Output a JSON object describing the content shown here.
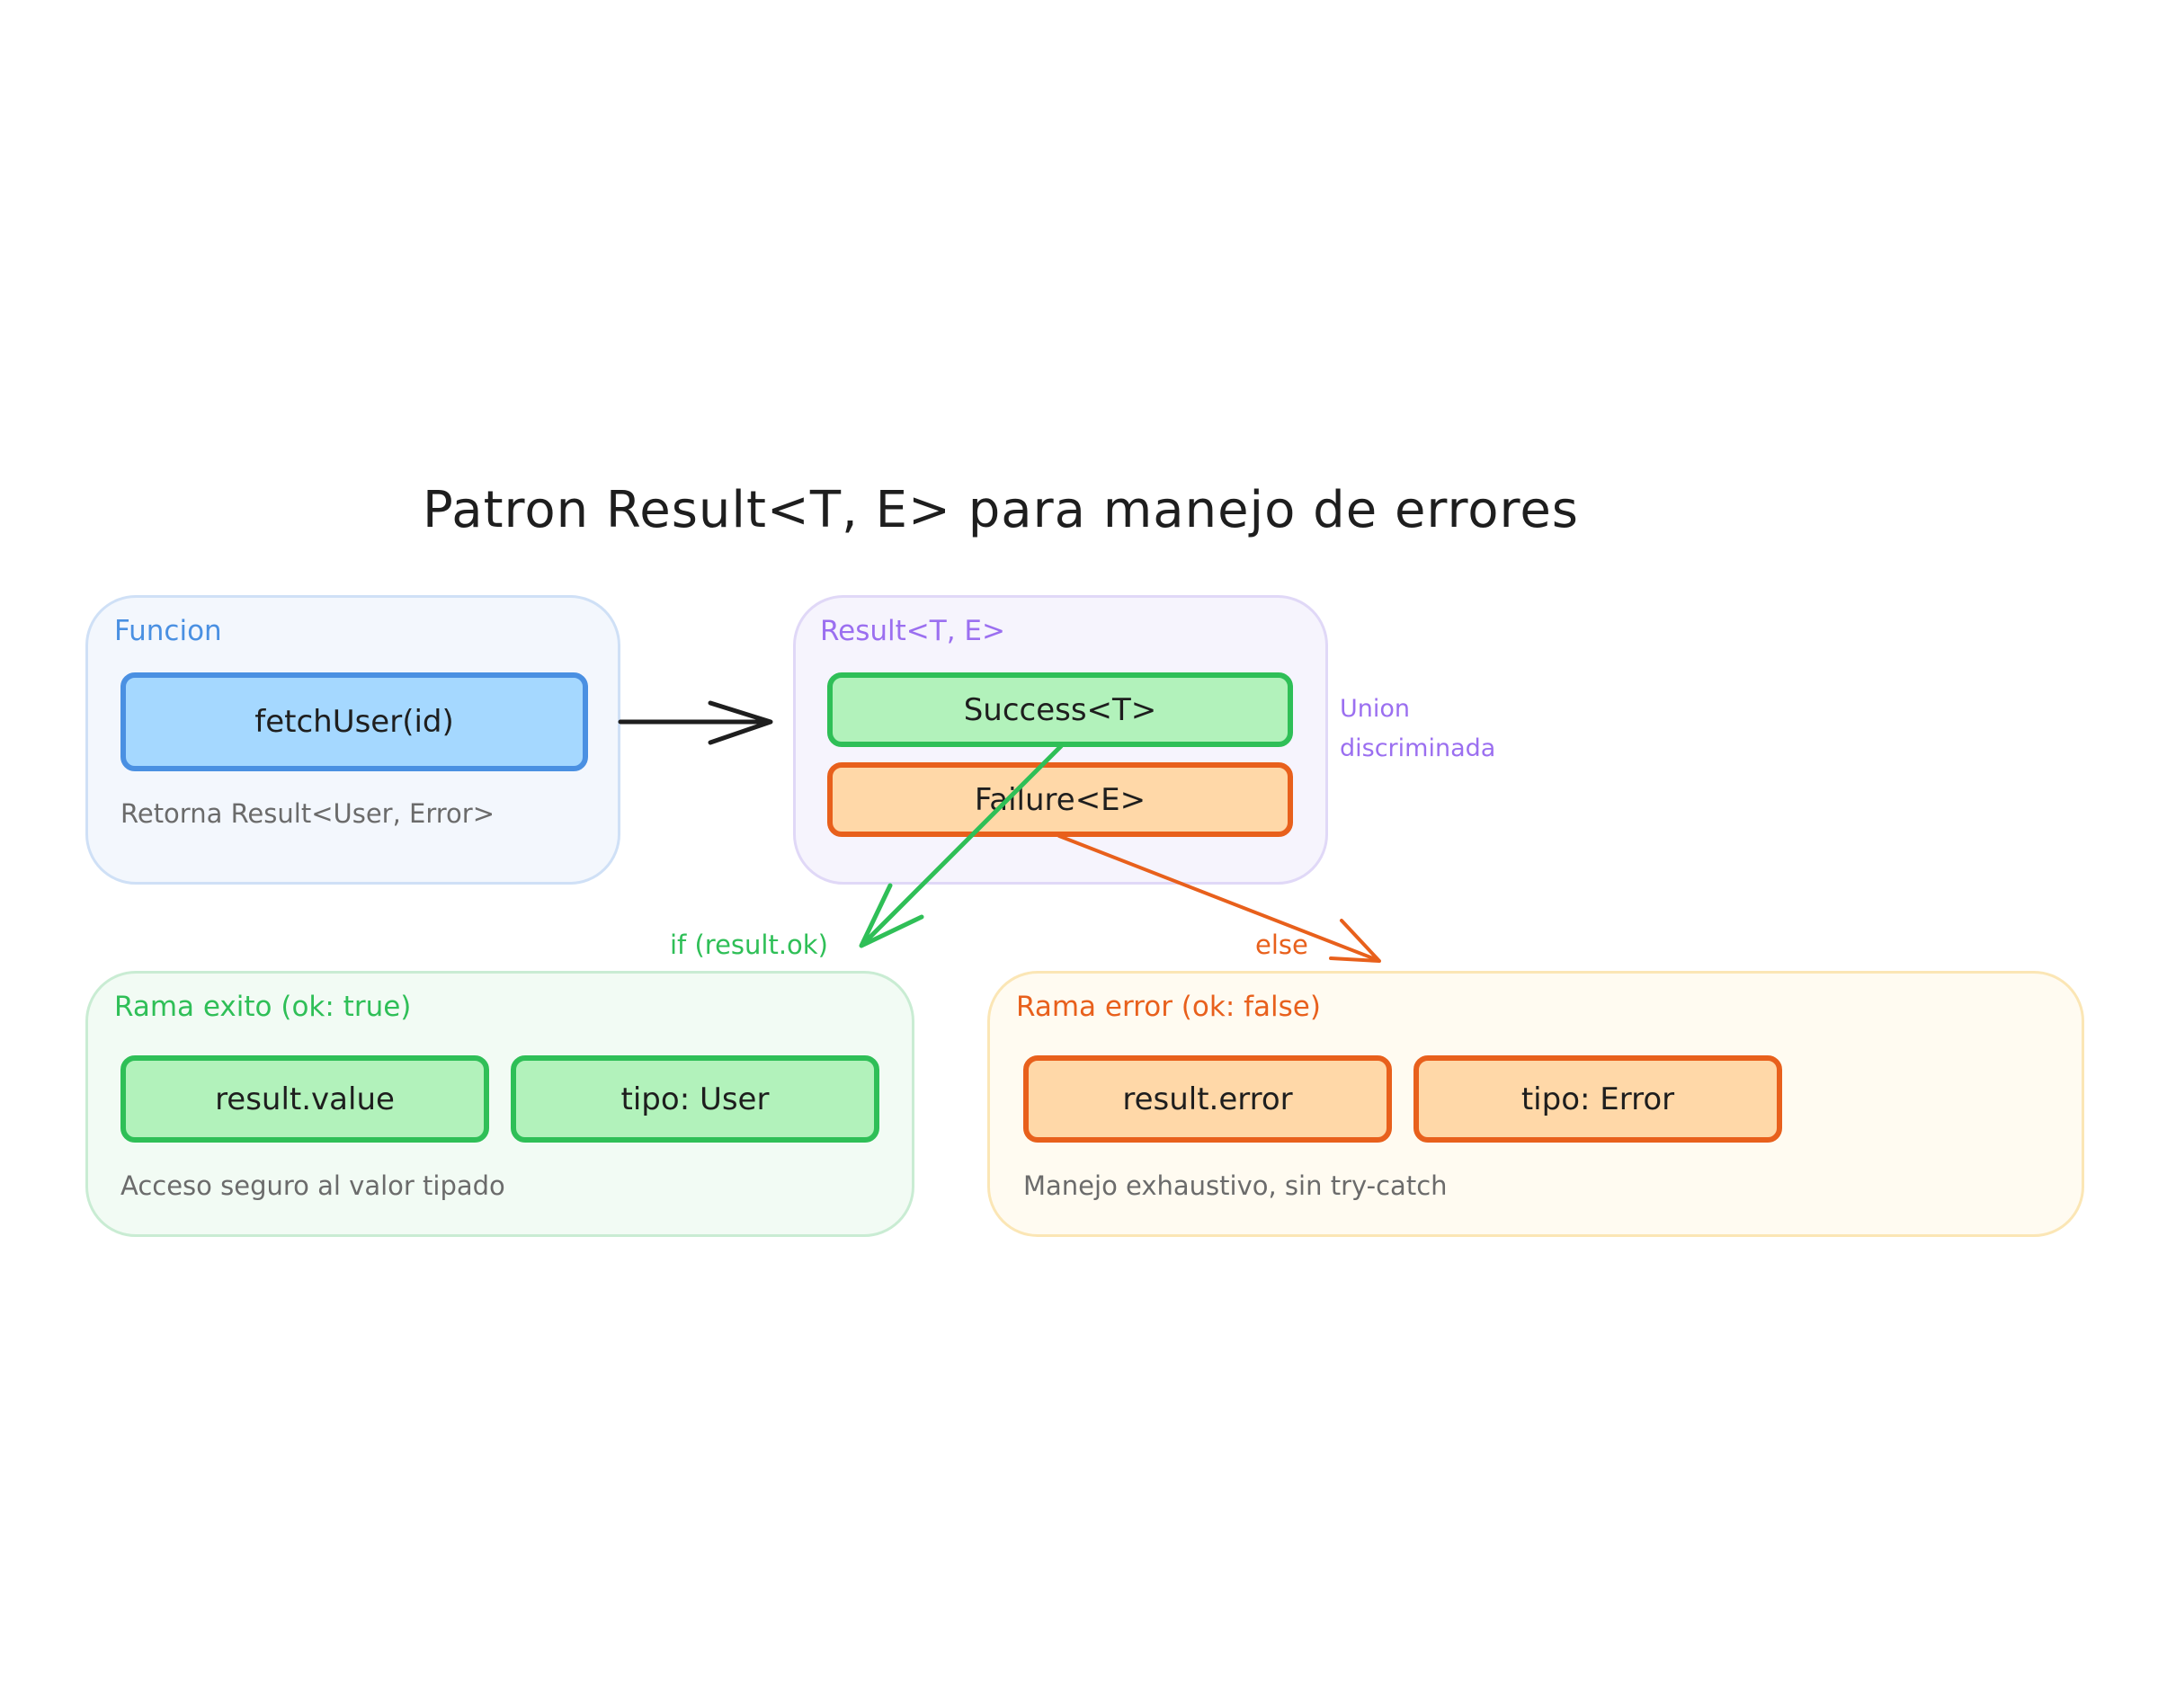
{
  "title": "Patron Result<T, E> para manejo de errores",
  "groups": {
    "funcion": {
      "label": "Funcion",
      "box": "fetchUser(id)",
      "note": "Retorna Result<User, Error>"
    },
    "result": {
      "label": "Result<T, E>",
      "success": "Success<T>",
      "failure": "Failure<E>",
      "side_line1": "Union",
      "side_line2": "discriminada"
    },
    "exito": {
      "label": "Rama exito (ok: true)",
      "box1": "result.value",
      "box2": "tipo: User",
      "note": "Acceso seguro al valor tipado"
    },
    "error": {
      "label": "Rama error (ok: false)",
      "box1": "result.error",
      "box2": "tipo: Error",
      "note": "Manejo exhaustivo, sin try-catch"
    }
  },
  "edges": {
    "if_label": "if (result.ok)",
    "else_label": "else"
  },
  "colors": {
    "blue_stroke": "#4a90e2",
    "blue_fill": "#a5d8ff",
    "green_stroke": "#2fbf57",
    "green_fill": "#b2f2bb",
    "orange_stroke": "#e8601c",
    "orange_fill": "#ffd8a8",
    "purple": "#9b6ff0"
  }
}
